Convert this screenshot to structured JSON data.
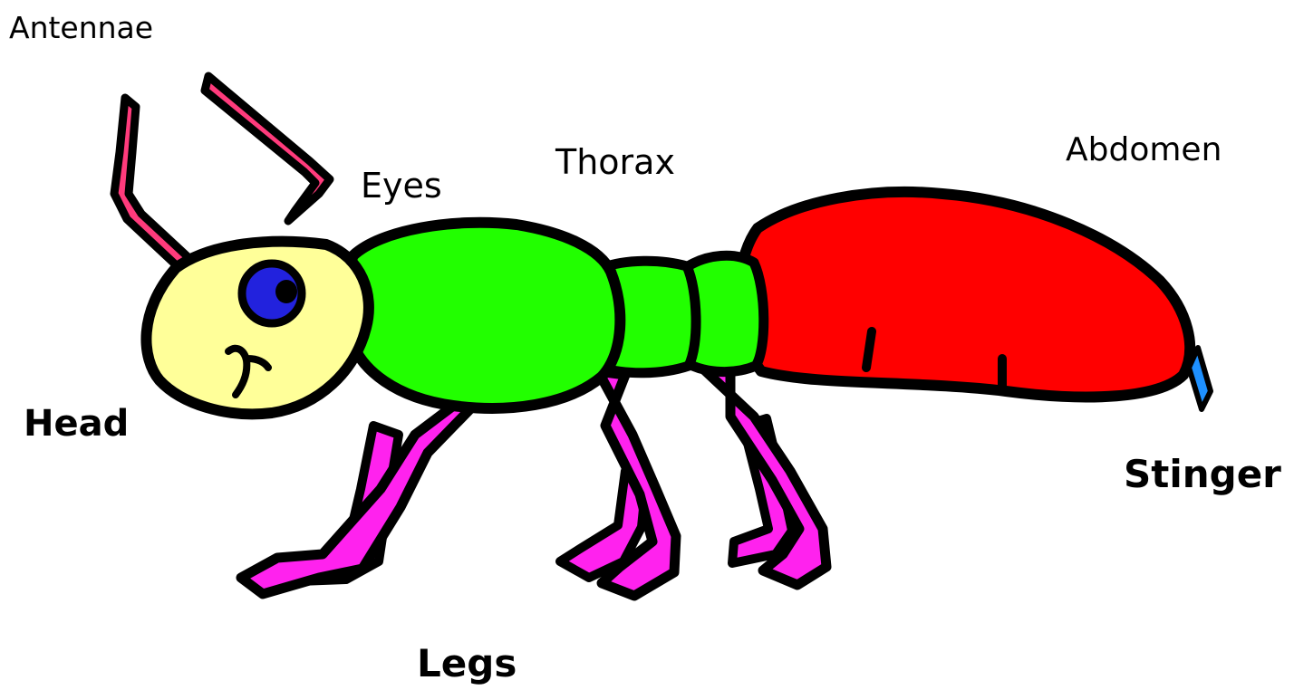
{
  "labels": {
    "antennae": "Antennae",
    "eyes": "Eyes",
    "thorax": "Thorax",
    "abdomen": "Abdomen",
    "head": "Head",
    "stinger": "Stinger",
    "legs": "Legs"
  },
  "colors": {
    "outline": "#000000",
    "antennae": "#ff3b7c",
    "head": "#ffff99",
    "eye": "#2222dd",
    "thorax": "#22ff00",
    "abdomen": "#ff0000",
    "legs": "#ff22ee",
    "stinger": "#1e90ff",
    "background": "#ffffff"
  }
}
